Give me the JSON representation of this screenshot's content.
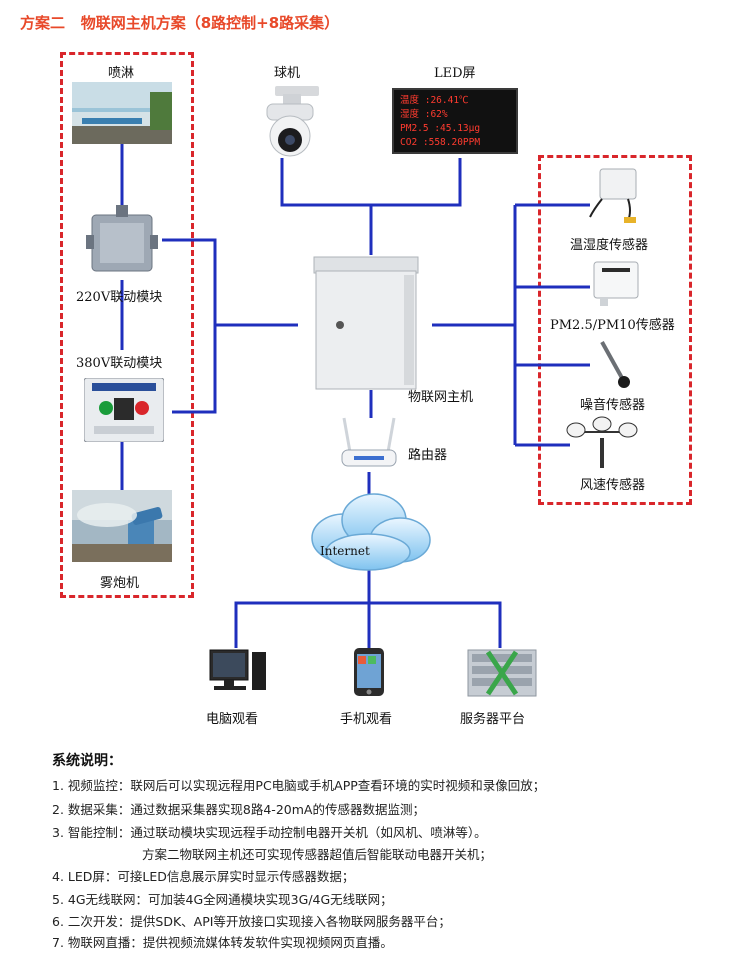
{
  "title": {
    "prefix": "方案二",
    "main": "物联网主机方案（8路控制+8路采集）"
  },
  "left_group": {
    "spray": "喷淋",
    "module220": "220V联动模块",
    "module380": "380V联动模块",
    "fogcannon": "雾炮机"
  },
  "top_devices": {
    "camera": "球机",
    "led_title": "LED屏",
    "led_lines": [
      "温度 :26.41℃",
      "湿度 :62%",
      "PM2.5 :45.13μg",
      "CO2 :558.20PPM"
    ]
  },
  "center": {
    "host": "物联网主机",
    "router": "路由器",
    "internet": "Internet"
  },
  "right_group": {
    "th": "温湿度传感器",
    "pm": "PM2.5/PM10传感器",
    "noise": "噪音传感器",
    "wind": "风速传感器"
  },
  "clients": {
    "pc": "电脑观看",
    "phone": "手机观看",
    "server": "服务器平台"
  },
  "description": {
    "title": "系统说明：",
    "lines": [
      "1. 视频监控：联网后可以实现远程用PC电脑或手机APP查看环境的实时视频和录像回放；",
      "2. 数据采集：通过数据采集器实现8路4-20mA的传感器数据监测；",
      "3. 智能控制：通过联动模块实现远程手动控制电器开关机（如风机、喷淋等）。",
      "方案二物联网主机还可实现传感器超值后智能联动电器开关机；",
      "4. LED屏：可接LED信息展示屏实时显示传感器数据；",
      "5. 4G无线联网：可加装4G全网通模块实现3G/4G无线联网；",
      "6. 二次开发：提供SDK、API等开放接口实现接入各物联网服务器平台；",
      "7. 物联网直播：提供视频流媒体转发软件实现视频网页直播。"
    ]
  },
  "colors": {
    "wire": "#1f2fbd",
    "dash": "#d9262b",
    "title": "#e8492a",
    "led_text": "#ff3b2f"
  }
}
